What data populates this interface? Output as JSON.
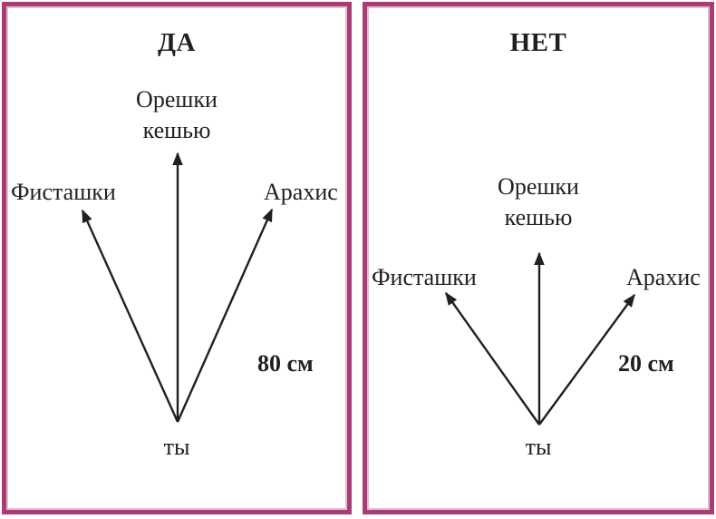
{
  "colors": {
    "border": "#a63d74",
    "border_inner_edge": "#e2bdd2",
    "ink": "#231f20"
  },
  "panels": [
    {
      "title": "ДА",
      "center_label": "Орешки\nкешью",
      "left_label": "Фисташки",
      "right_label": "Арахис",
      "distance": "80 см",
      "origin_label": "ты"
    },
    {
      "title": "НЕТ",
      "center_label": "Орешки\nкешью",
      "left_label": "Фисташки",
      "right_label": "Арахис",
      "distance": "20 см",
      "origin_label": "ты"
    }
  ]
}
